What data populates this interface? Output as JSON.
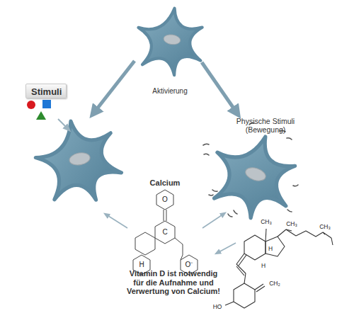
{
  "diagram": {
    "nodes": [
      {
        "text": [
          "Stimuli"
        ]
      }
    ],
    "labels": [
      "Aktivierung",
      "Physische Stimuli (Bewegung)",
      "Calcium",
      "O",
      "C",
      "H",
      "O⁻",
      "CH₃",
      "CH₃",
      "CH₃",
      "H",
      "H",
      "CH₂",
      "HO",
      "Vitamin D ist notwendig für die Aufnahme und Verwertung von Calcium!"
    ]
  }
}
